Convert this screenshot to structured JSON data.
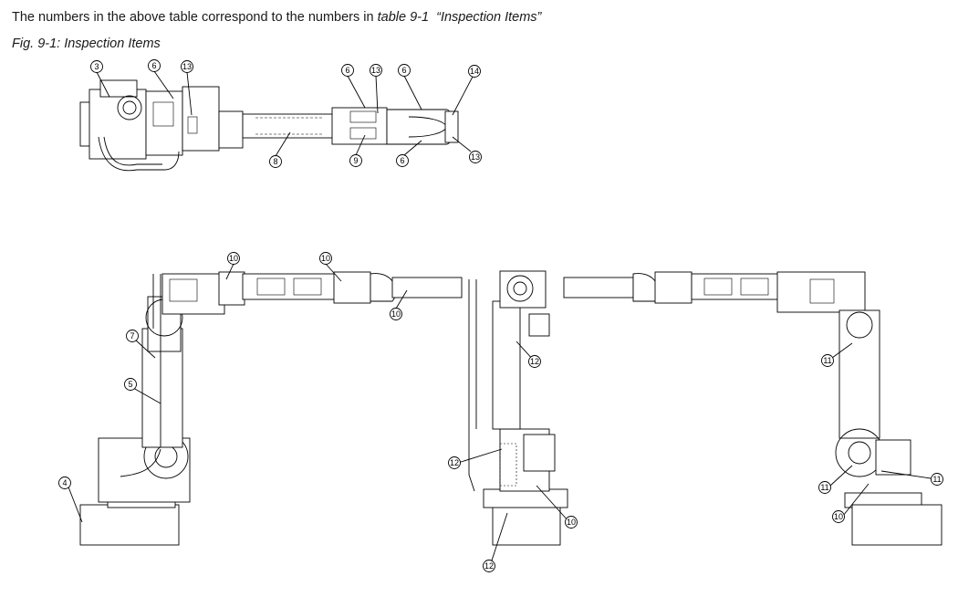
{
  "intro": {
    "text": "The numbers in the above table correspond to the numbers in ",
    "ref": "table 9-1",
    "gap": "  ",
    "quote": "“Inspection Items”"
  },
  "figure": {
    "caption": "Fig. 9-1: Inspection Items",
    "callouts": {
      "top_3": "3",
      "top_6a": "6",
      "top_13a": "13",
      "top_6b": "6",
      "top_13b": "13",
      "top_6c": "6",
      "top_14": "14",
      "top_8": "8",
      "top_9": "9",
      "top_6d": "6",
      "top_13c": "13",
      "l_10a": "10",
      "l_10b": "10",
      "l_10c": "10",
      "l_7": "7",
      "l_5": "5",
      "l_4": "4",
      "m_12a": "12",
      "m_12b": "12",
      "m_10": "10",
      "m_12c": "12",
      "r_11a": "11",
      "r_11b": "11",
      "r_11c": "11",
      "r_10": "10"
    }
  }
}
